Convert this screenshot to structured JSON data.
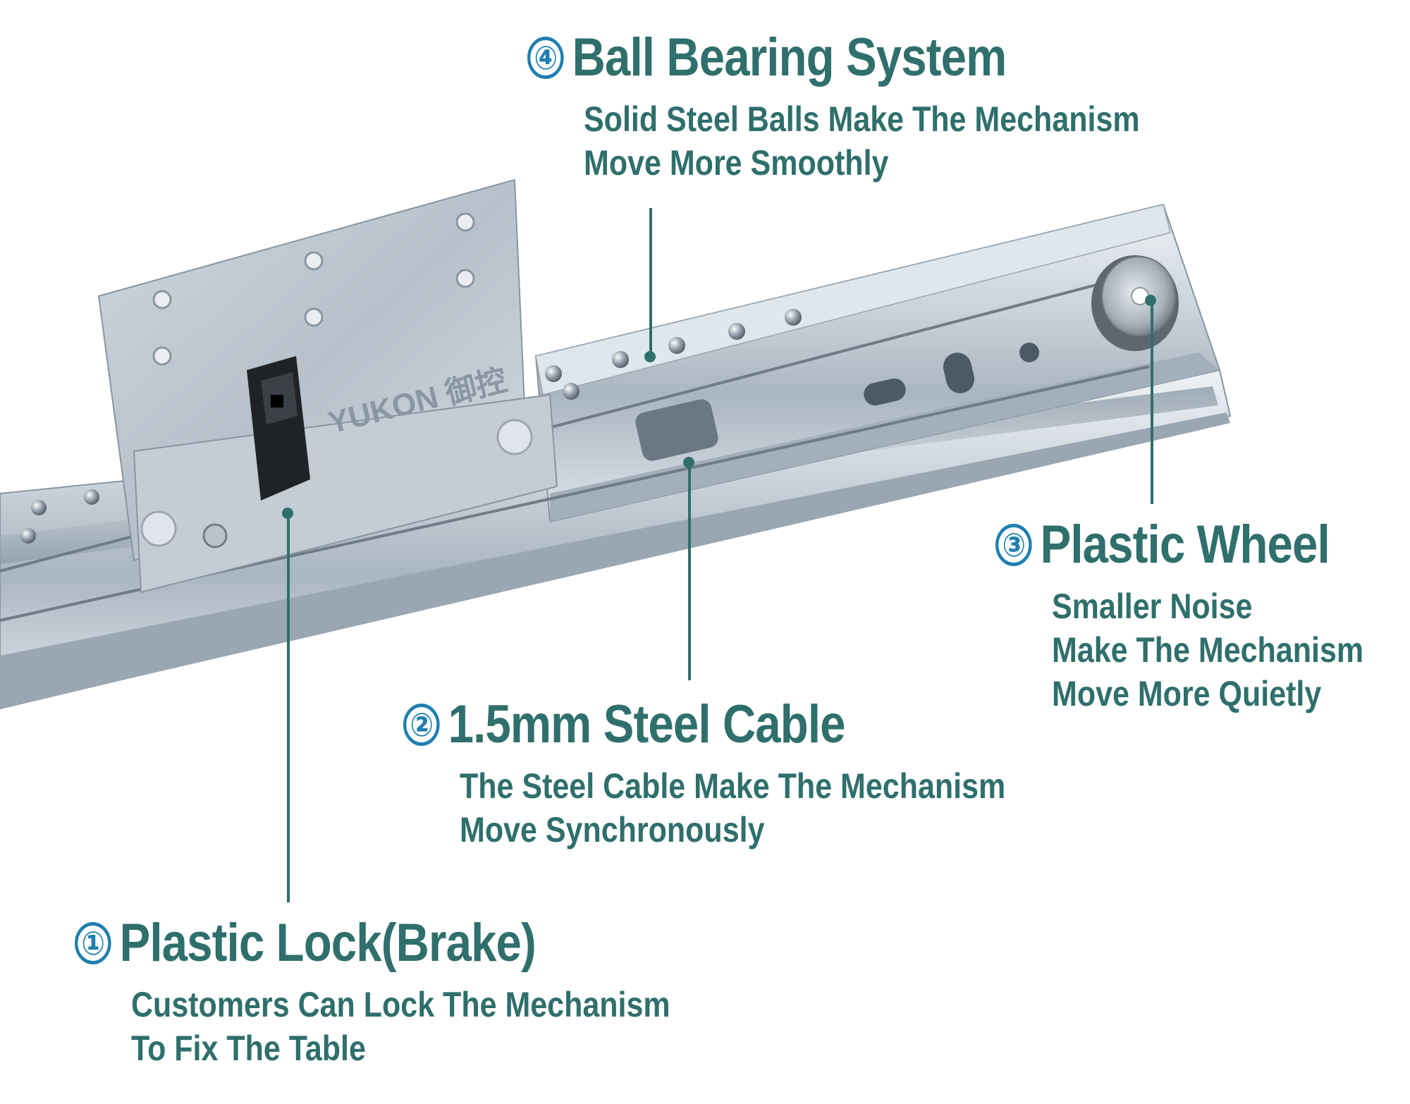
{
  "brand": {
    "logo_text": "YUKON",
    "logo_chinese": "御控"
  },
  "colors": {
    "title": "#2f6f6c",
    "badge": "#1f7fb0",
    "metal": "#c9d2da",
    "bracket": "#b8c3cd"
  },
  "callouts": [
    {
      "id": 1,
      "badge": "①",
      "title": "Plastic Lock(Brake)",
      "desc": [
        "Customers Can Lock The Mechanism",
        "To Fix The Table"
      ]
    },
    {
      "id": 2,
      "badge": "②",
      "title": "1.5mm Steel Cable",
      "desc": [
        "The Steel Cable Make The Mechanism",
        "Move Synchronously"
      ]
    },
    {
      "id": 3,
      "badge": "③",
      "title": "Plastic Wheel",
      "desc": [
        "Smaller Noise",
        "Make The Mechanism",
        "Move More Quietly"
      ]
    },
    {
      "id": 4,
      "badge": "④",
      "title": "Ball Bearing System",
      "desc": [
        "Solid Steel Balls Make The Mechanism",
        "Move More Smoothly"
      ]
    }
  ]
}
